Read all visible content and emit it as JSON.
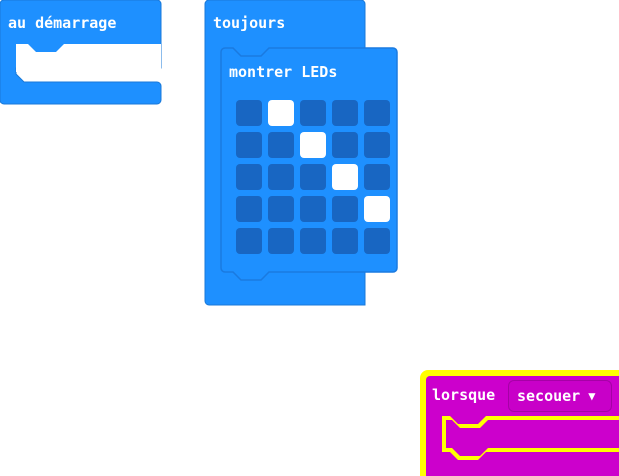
{
  "workspace": {
    "on_start_block": {
      "label": "au démarrage",
      "color": "#1e90ff"
    },
    "forever_block": {
      "label": "toujours",
      "color": "#1e90ff"
    },
    "show_leds_block": {
      "label": "montrer LEDs",
      "led_on_color": "#ffffff",
      "led_off_color": "#1866c2",
      "grid": [
        [
          0,
          1,
          0,
          0,
          0
        ],
        [
          0,
          0,
          1,
          0,
          0
        ],
        [
          0,
          0,
          0,
          1,
          0
        ],
        [
          0,
          0,
          0,
          0,
          1
        ],
        [
          0,
          0,
          0,
          0,
          0
        ]
      ]
    },
    "on_gesture_block": {
      "label": "lorsque",
      "gesture_value": "secouer",
      "color": "#cc00cc",
      "highlight_color": "#ffff00",
      "caret_icon": "caret-down-icon"
    }
  }
}
